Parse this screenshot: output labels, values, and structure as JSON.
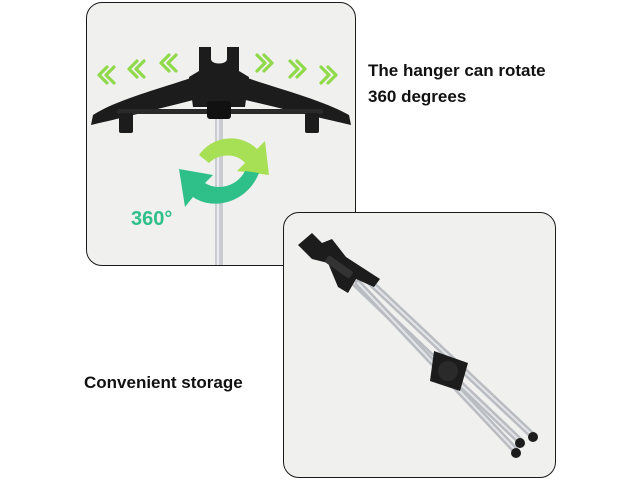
{
  "features": {
    "rotation": {
      "caption_line1": "The hanger can rotate",
      "caption_line2": "360 degrees",
      "badge": "360°"
    },
    "storage": {
      "caption": "Convenient storage"
    }
  },
  "colors": {
    "panel_background": "#f0f0ef",
    "panel_border": "#1a1a1a",
    "arrow_green_light": "#8fd94a",
    "arrow_teal": "#2fc08a",
    "hanger_black": "#1c1c1c",
    "pole_silver": "#c9ccd0"
  },
  "icons": {
    "rotate_arrows": "rotate-360-icon",
    "chevrons": "chevron-icon"
  }
}
